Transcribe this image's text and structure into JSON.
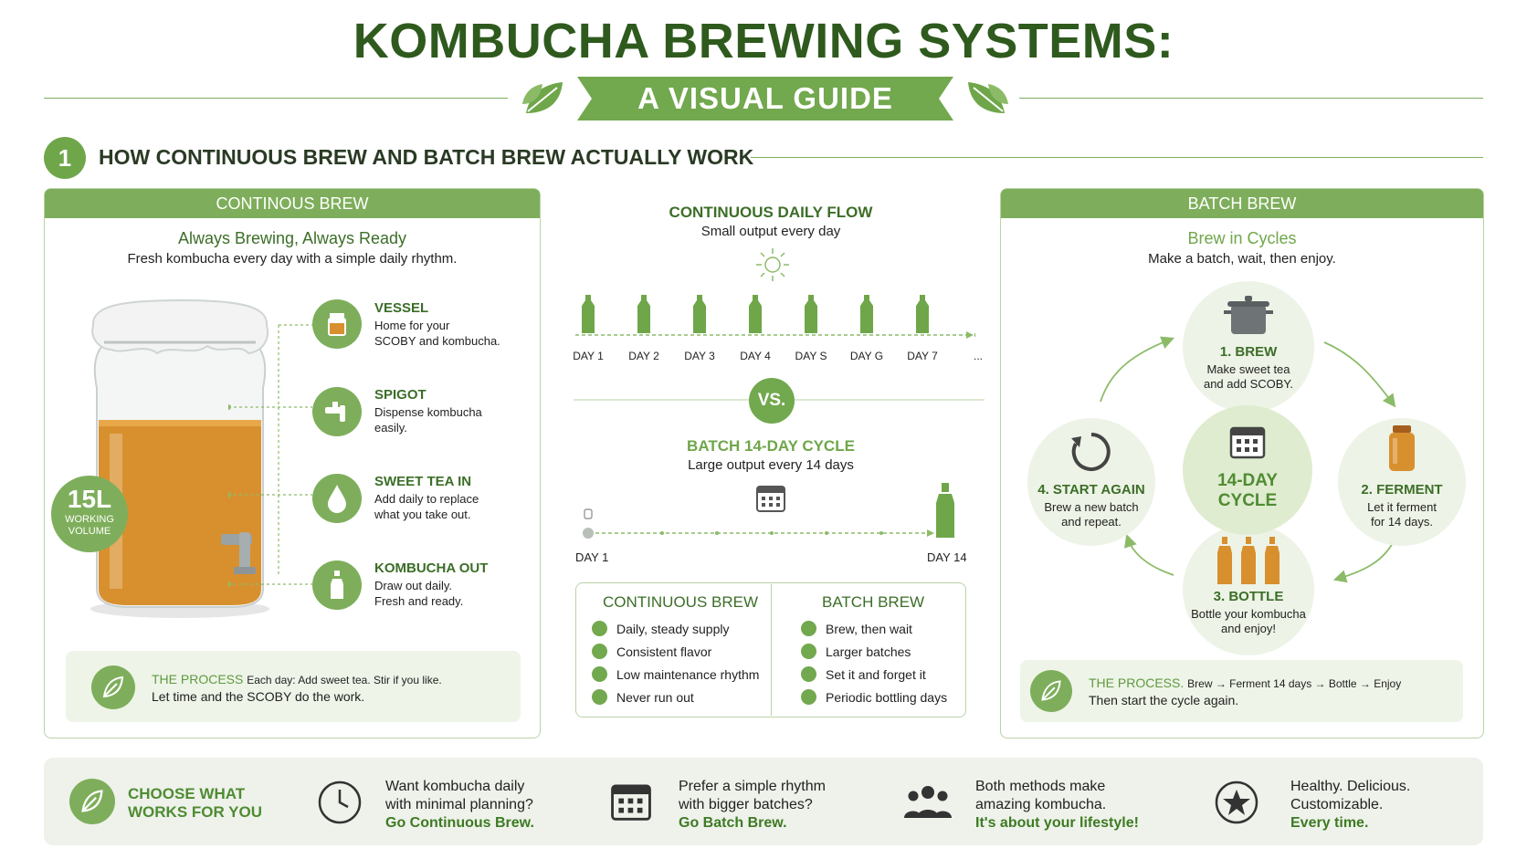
{
  "title": "KOMBUCHA BREWING SYSTEMS:",
  "banner": "A VISUAL GUIDE",
  "section": {
    "number": "1",
    "title": "HOW CONTINUOUS BREW AND BATCH BREW ACTUALLY WORK"
  },
  "continuous": {
    "header": "CONTINOUS BREW",
    "tagline": "Always Brewing, Always Ready",
    "subtitle": "Fresh kombucha every day with a simple daily rhythm.",
    "volume": {
      "value": "15L",
      "label1": "WORKING",
      "label2": "VOLUME"
    },
    "parts": [
      {
        "icon": "jar-icon",
        "title": "VESSEL",
        "line1": "Home for your",
        "line2": "SCOBY and kombucha."
      },
      {
        "icon": "spigot-icon",
        "title": "SPIGOT",
        "line1": "Dispense kombucha",
        "line2": "easily."
      },
      {
        "icon": "drop-icon",
        "title": "SWEET TEA IN",
        "line1": "Add daily to replace",
        "line2": "what you take out."
      },
      {
        "icon": "bottle-icon",
        "title": "KOMBUCHA OUT",
        "line1": "Draw out daily.",
        "line2": "Fresh and ready."
      }
    ],
    "process": {
      "label": "THE PROCESS",
      "line1": "Each day: Add sweet tea. Stir if you like.",
      "line2": "Let time and the SCOBY do the work."
    }
  },
  "flow": {
    "title": "CONTINUOUS DAILY FLOW",
    "subtitle": "Small output every day",
    "days": [
      "DAY 1",
      "DAY 2",
      "DAY 3",
      "DAY 4",
      "DAY S",
      "DAY G",
      "DAY 7",
      "..."
    ],
    "vs": "VS.",
    "batch_title": "BATCH 14-DAY CYCLE",
    "batch_subtitle": "Large output every 14 days",
    "batch_start": "DAY 1",
    "batch_end": "DAY 14"
  },
  "compare": {
    "left_title": "CONTINUOUS BREW",
    "left_items": [
      "Daily, steady supply",
      "Consistent flavor",
      "Low maintenance rhythm",
      "Never run out"
    ],
    "right_title": "BATCH BREW",
    "right_items": [
      "Brew, then wait",
      "Larger batches",
      "Set it and forget it",
      "Periodic bottling days"
    ]
  },
  "batch": {
    "header": "BATCH BREW",
    "tagline": "Brew in Cycles",
    "subtitle": "Make a batch, wait, then enjoy.",
    "center": {
      "line1": "14-DAY",
      "line2": "CYCLE"
    },
    "steps": [
      {
        "title": "1. BREW",
        "line1": "Make sweet tea",
        "line2": "and add SCOBY."
      },
      {
        "title": "2. FERMENT",
        "line1": "Let it ferment",
        "line2": "for 14 days."
      },
      {
        "title": "3. BOTTLE",
        "line1": "Bottle your kombucha",
        "line2": "and enjoy!"
      },
      {
        "title": "4. START AGAIN",
        "line1": "Brew a new batch",
        "line2": "and repeat."
      }
    ],
    "process": {
      "label": "THE PROCESS.",
      "line1": "Brew → Ferment 14 days → Bottle → Enjoy",
      "line2": "Then start the cycle again."
    }
  },
  "footer": {
    "choose1": "CHOOSE WHAT",
    "choose2": "WORKS FOR YOU",
    "items": [
      {
        "line1": "Want kombucha daily",
        "line2": "with minimal planning?",
        "strong": "Go Continuous Brew."
      },
      {
        "line1": "Prefer a simple rhythm",
        "line2": "with bigger batches?",
        "strong": "Go Batch Brew."
      },
      {
        "line1": "Both methods make",
        "line2": "amazing kombucha.",
        "strong": "It's about your lifestyle!"
      },
      {
        "line1": "Healthy. Delicious.",
        "line2": "Customizable.",
        "strong": "Every time."
      }
    ]
  },
  "colors": {
    "accent": "#7eae5b",
    "dark_green": "#2f5a1e",
    "tea": "#d8902e"
  }
}
